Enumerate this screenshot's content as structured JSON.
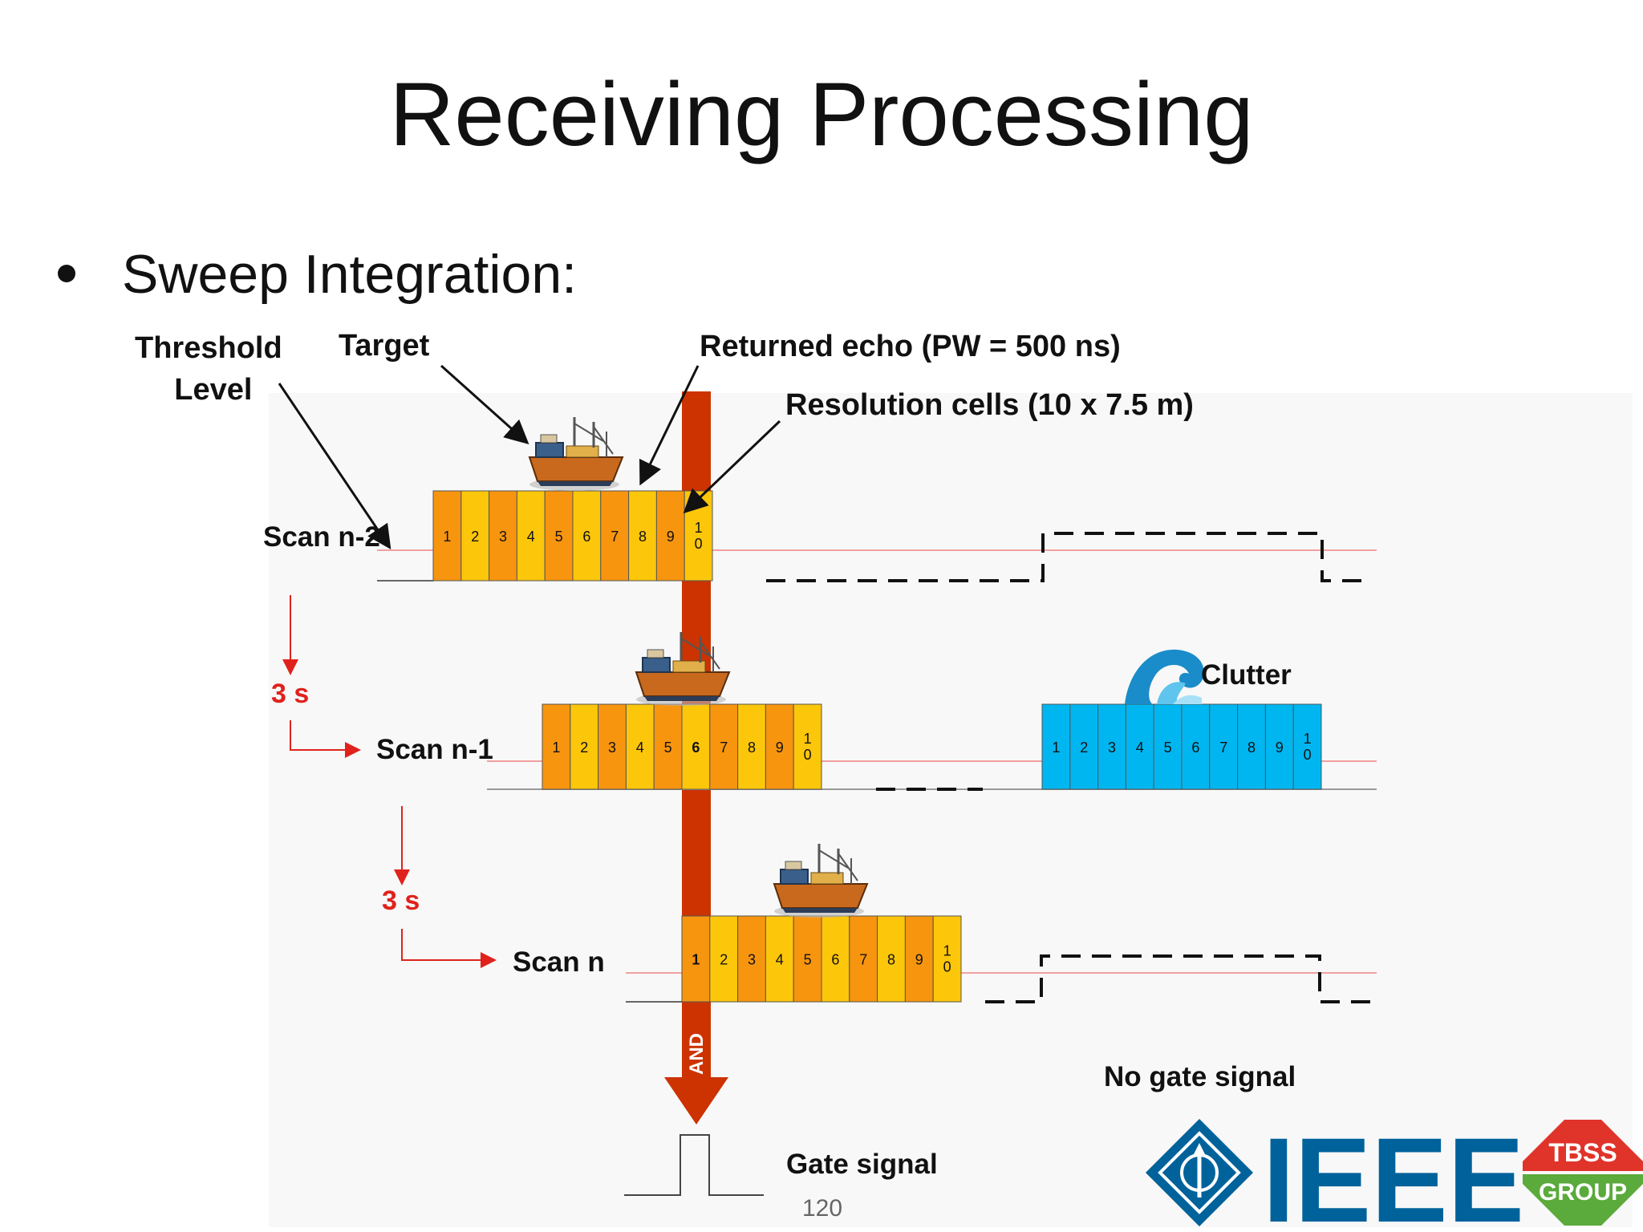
{
  "slide": {
    "title": "Receiving Processing",
    "bullet": "Sweep Integration:",
    "page_number": "120"
  },
  "labels": {
    "threshold_line1": "Threshold",
    "threshold_line2": "Level",
    "target": "Target",
    "returned_echo": "Returned echo (PW = 500 ns)",
    "resolution_cells": "Resolution cells (10 x 7.5 m)",
    "clutter": "Clutter",
    "no_gate_signal": "No gate signal",
    "gate_signal": "Gate signal",
    "and_label": "AND",
    "interval1": "3 s",
    "interval2": "3 s"
  },
  "scans": [
    {
      "label": "Scan n-2",
      "cells": [
        "1",
        "2",
        "3",
        "4",
        "5",
        "6",
        "7",
        "8",
        "9",
        "10"
      ],
      "bold_cell": null
    },
    {
      "label": "Scan n-1",
      "cells": [
        "1",
        "2",
        "3",
        "4",
        "5",
        "6",
        "7",
        "8",
        "9",
        "10"
      ],
      "bold_cell": "6"
    },
    {
      "label": "Scan n",
      "cells": [
        "1",
        "2",
        "3",
        "4",
        "5",
        "6",
        "7",
        "8",
        "9",
        "10"
      ],
      "bold_cell": "1"
    }
  ],
  "clutter_cells": [
    "1",
    "2",
    "3",
    "4",
    "5",
    "6",
    "7",
    "8",
    "9",
    "10"
  ],
  "logo": {
    "ieee": "IEEE",
    "tbss_line1": "TBSS",
    "tbss_line2": "GROUP"
  },
  "colors": {
    "cell_orange": "#f7950f",
    "cell_yellow": "#fcc60a",
    "cell_blue": "#00b6f0",
    "echo_beam": "#cc3300",
    "threshold_line": "#f2a0a0",
    "interval_red": "#e0221c",
    "ieee_blue": "#00629b",
    "tbss_red": "#e0342a",
    "tbss_green": "#5aaa3c"
  }
}
